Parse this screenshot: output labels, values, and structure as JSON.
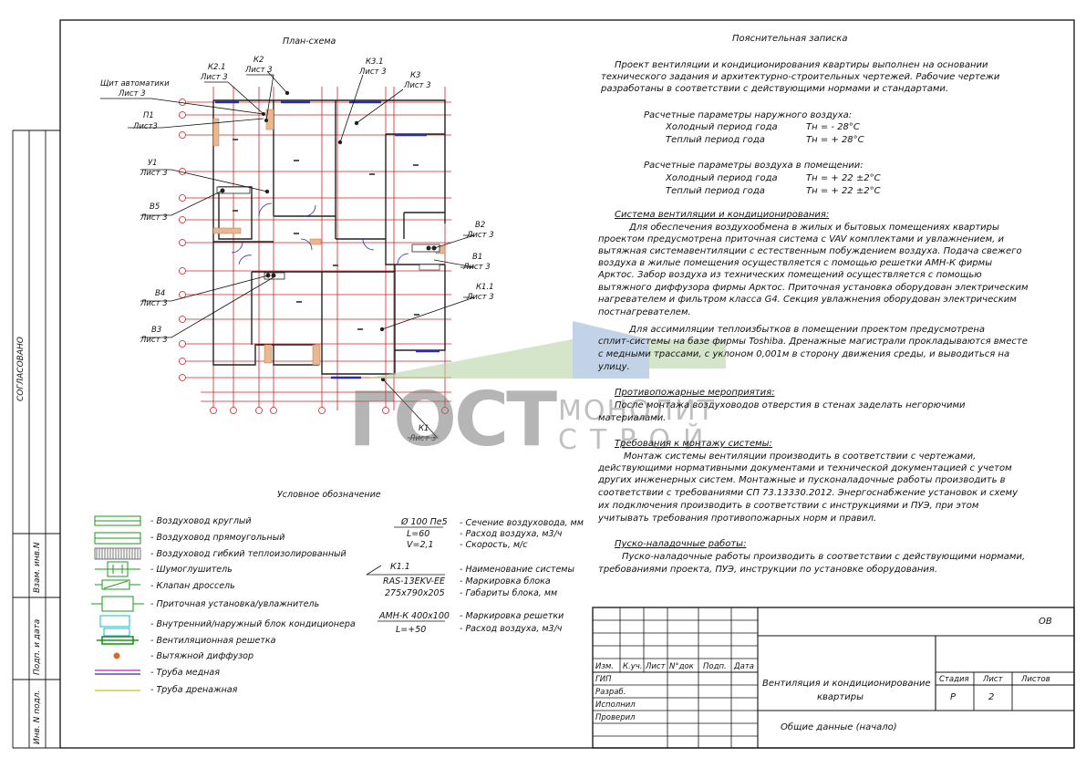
{
  "plan": {
    "title": "План-схема",
    "callouts": {
      "k21": [
        "К2.1",
        "Лист 3"
      ],
      "k2": [
        "К2",
        "Лист 3"
      ],
      "k31": [
        "К3.1",
        "Лист 3"
      ],
      "k3": [
        "К3",
        "Лист 3"
      ],
      "shchit": [
        "Щит автоматики",
        "Лист 3"
      ],
      "p1": [
        "П1",
        "Лист3"
      ],
      "u1": [
        "У1",
        "Лист 3"
      ],
      "v5": [
        "В5",
        "Лист 3"
      ],
      "v2": [
        "В2",
        "Лист 3"
      ],
      "v1": [
        "В1",
        "Лист 3"
      ],
      "k11": [
        "К1.1",
        "Лист 3"
      ],
      "v4": [
        "В4",
        "Лист 3"
      ],
      "v3": [
        "В3",
        "Лист 3"
      ],
      "k1": [
        "К1",
        "Лист 3"
      ]
    }
  },
  "legend": {
    "title": "Условное обозначение",
    "items": [
      "- Воздуховод круглый",
      "- Воздуховод прямоугольный",
      "- Воздуховод гибкий теплоизолированный",
      "- Шумоглушитель",
      "- Клапан дроссель",
      "- Приточная установка/увлажнитель",
      "- Внутренний/наружный блок кондиционера",
      "- Вентиляционная решетка",
      "- Вытяжной диффузор",
      "- Труба медная",
      "- Труба дренажная"
    ],
    "duct": {
      "a": "Ø 100 Пе5",
      "b": "L=60",
      "c": "V=2,1",
      "d1": "- Сечение воздуховода, мм",
      "d2": "- Расход воздуха, м3/ч",
      "d3": "- Скорость, м/с"
    },
    "unit": {
      "a": "К1.1",
      "b": "RAS-13EKV-EE",
      "c": "275x790x205",
      "d1": "- Наименование системы",
      "d2": "- Маркировка блока",
      "d3": "- Габариты блока, мм"
    },
    "grille": {
      "a": "АМН-К 400x100",
      "b": "L=+50",
      "d1": "- Маркировка решетки",
      "d2": "- Расход воздуха, м3/ч"
    }
  },
  "note": {
    "title": "Пояснительная записка",
    "p1": [
      "Проект вентиляции и кондиционирования квартиры выполнен на основании",
      "технического задания и архитектурно-строительных чертежей. Рабочие чертежи",
      "разработаны в соответствии с действующими нормами и стандартами."
    ],
    "outdoor": {
      "head": "Расчетные параметры наружного воздуха:",
      "r1a": "Холодный период года",
      "r1b": "Тн =   - 28°С",
      "r2a": "Теплый период года",
      "r2b": "Тн = + 28°С"
    },
    "indoor": {
      "head": "Расчетные параметры воздуха в помещении:",
      "r1a": "Холодный период года",
      "r1b": "Тн =   + 22 ±2°С",
      "r2a": "Теплый период года",
      "r2b": "Тн =   + 22 ±2°С"
    },
    "vent_title": "Система вентиляции и кондиционирования:",
    "vent": [
      "Для обеспечения воздухообмена в жилых и бытовых помещениях квартиры",
      "проектом предусмотрена приточная система с VAV комплектами и увлажнением, и",
      "вытяжная системавентиляции с естественным побуждением воздуха. Подача свежего",
      "воздуха в жилые помещения осуществляется с помощью решетки АМН-К фирмы",
      "Арктос. Забор воздуха из технических помещений осуществляется с помощью",
      "вытяжного диффузора фирмы Арктос. Приточная установка оборудован электрическим",
      "нагревателем и фильтром класса G4. Секция увлажнения оборудован электрическим",
      "постнагревателем."
    ],
    "vent2": [
      "Для ассимиляции теплоизбытков в помещении проектом предусмотрена",
      "сплит-системы на базе фирмы Toshiba. Дренажные магистрали прокладываются вместе",
      "с медными трассами, с уклоном 0,001м в сторону движения среды, и выводиться на",
      "улицу."
    ],
    "fire_title": "Противопожарные мероприятия:",
    "fire": [
      "После монтажа воздуховодов отверстия в стенах заделать негорючими",
      "материалами."
    ],
    "mount_title": "Требования к монтажу системы:",
    "mount": [
      "Монтаж системы вентиляции производить в соответствии с чертежами,",
      "действующими нормативными документами и технической документацией с учетом",
      "других инженерных систем.  Монтажные и пусконаладочные работы производить в",
      "соответствии с требованиями СП 73.13330.2012. Энергоснабжение установок и схему",
      "их подключения производить в соответствии с инструкциями и ПУЭ, при этом",
      "учитывать требования противопожарных норм и правил."
    ],
    "pnr_title": "Пуско-наладочные работы:",
    "pnr": [
      "Пуско-наладочные работы производить в соответствии с действующими нормами,",
      "требованиями проекта, ПУЭ, инструкции по установке оборудования."
    ]
  },
  "stamp": {
    "code": "ОВ",
    "headers": [
      "Изм.",
      "К.уч.",
      "Лист",
      "N°док",
      "Подп.",
      "Дата"
    ],
    "roles": [
      "ГИП",
      "Разраб.",
      "Исполнил",
      "Проверил"
    ],
    "title": [
      "Вентиляция и кондиционирование",
      "квартиры"
    ],
    "col_stage": "Стадия",
    "col_sheet": "Лист",
    "col_sheets": "Листов",
    "stage": "Р",
    "sheet": "2",
    "sheet_name": "Общие данные (начало)"
  },
  "side": {
    "agreed": "СОГЛАСОВАНО",
    "inv1": "Взам. инв.N",
    "sign": "Подп. и дата",
    "inv2": "Инв. N подл."
  },
  "watermark": {
    "big": "ГОСТ",
    "small1": "МОНОЛИТ",
    "small2": "СТРОЙ"
  },
  "colors": {
    "red": "#d42020",
    "blue": "#2a2ab0",
    "green": "#1a9a1a",
    "cyan": "#18b8c8",
    "magenta": "#c020c0",
    "wm_green": "#b9d4a8",
    "wm_blue": "#9cb6d8"
  }
}
